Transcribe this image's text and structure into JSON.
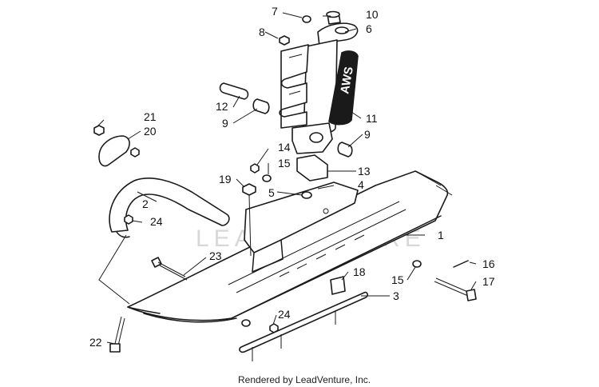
{
  "callouts": {
    "c1": "1",
    "c2": "2",
    "c3": "3",
    "c4": "4",
    "c5": "5",
    "c6": "6",
    "c7": "7",
    "c8": "8",
    "c9a": "9",
    "c9b": "9",
    "c10": "10",
    "c11": "11",
    "c12": "12",
    "c13": "13",
    "c14": "14",
    "c15a": "15",
    "c15b": "15",
    "c16": "16",
    "c17": "17",
    "c18": "18",
    "c19": "19",
    "c20": "20",
    "c21": "21",
    "c22": "22",
    "c23": "23",
    "c24a": "24",
    "c24b": "24"
  },
  "decal_text": "AWS",
  "watermark": "LEADVENTURE",
  "footer": "Rendered by LeadVenture, Inc."
}
